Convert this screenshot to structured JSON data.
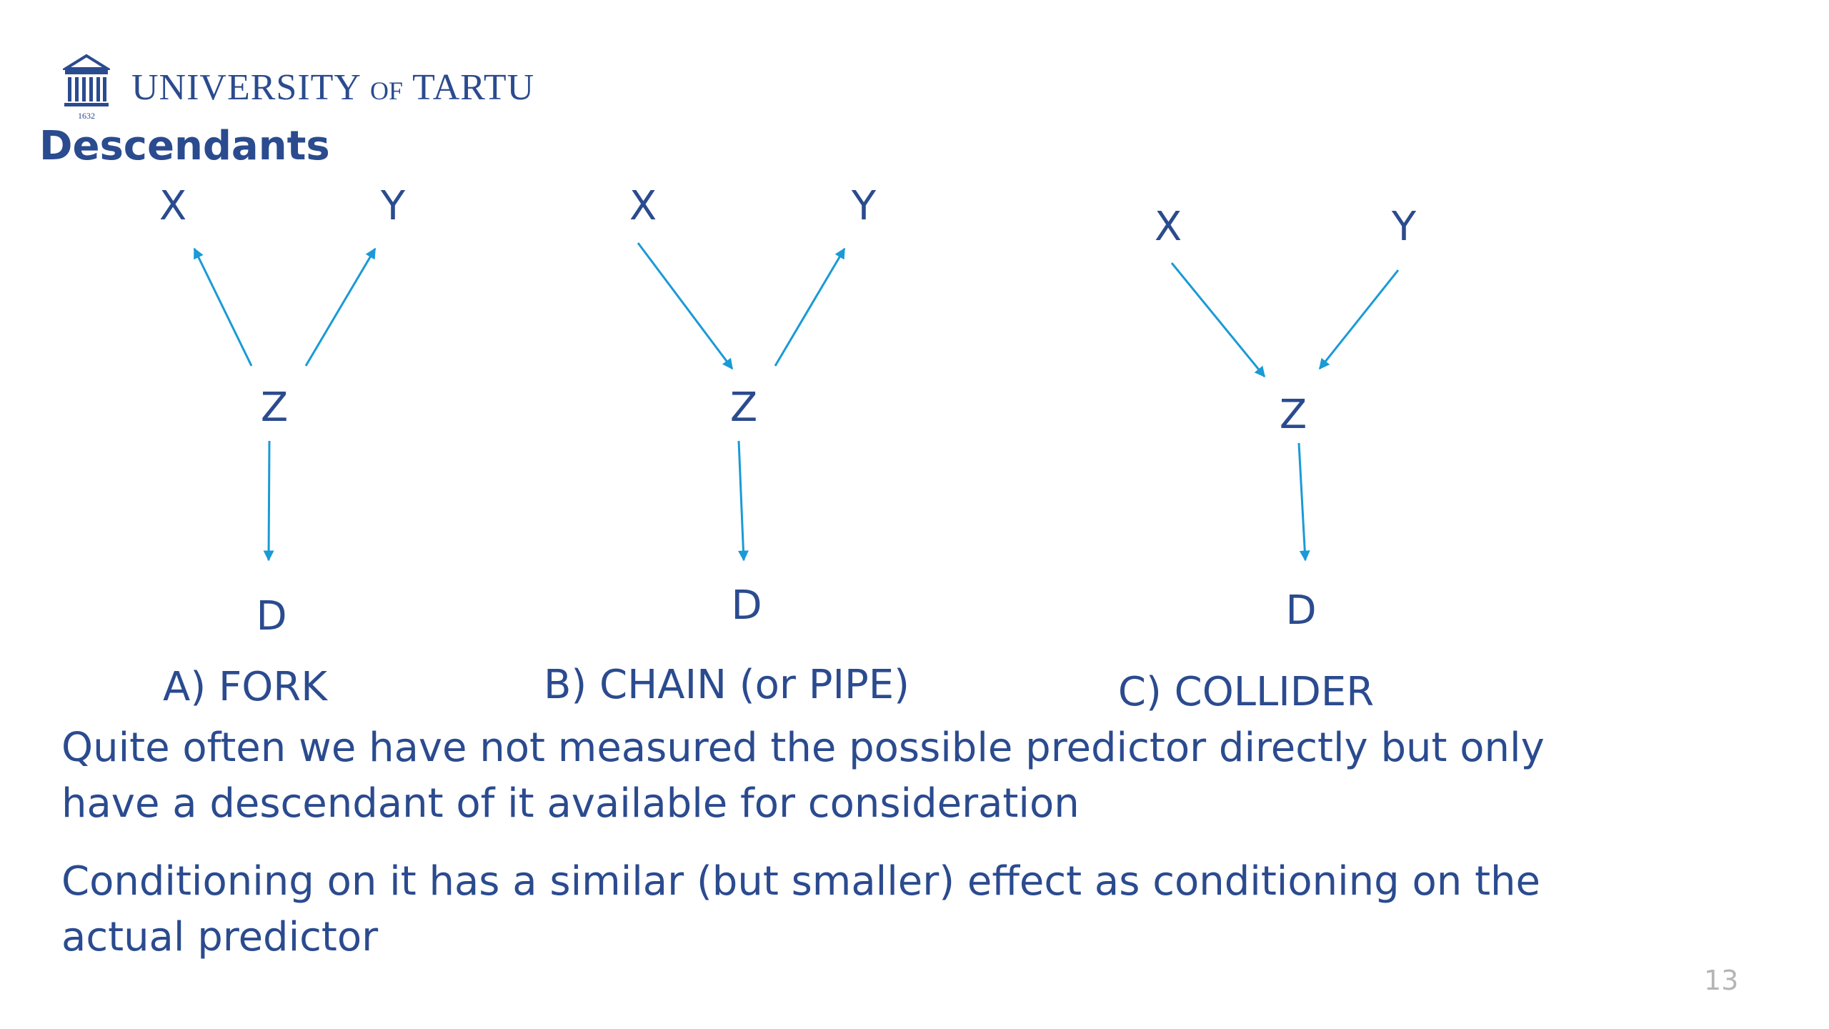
{
  "brand": {
    "name_main_1": "UNIVERSITY",
    "name_of": "OF",
    "name_main_2": "TARTU",
    "logo_year": "1632",
    "icon": "university-building-icon",
    "color": "#2b4b8f"
  },
  "title": "Descendants",
  "diagrams": [
    {
      "id": "fork",
      "caption": "A) FORK",
      "nodes": {
        "x": "X",
        "y": "Y",
        "z": "Z",
        "d": "D"
      },
      "edges": [
        [
          "Z",
          "X"
        ],
        [
          "Z",
          "Y"
        ],
        [
          "Z",
          "D"
        ]
      ]
    },
    {
      "id": "chain",
      "caption": "B) CHAIN (or PIPE)",
      "nodes": {
        "x": "X",
        "y": "Y",
        "z": "Z",
        "d": "D"
      },
      "edges": [
        [
          "X",
          "Z"
        ],
        [
          "Z",
          "Y"
        ],
        [
          "Z",
          "D"
        ]
      ]
    },
    {
      "id": "collider",
      "caption": "C) COLLIDER",
      "nodes": {
        "x": "X",
        "y": "Y",
        "z": "Z",
        "d": "D"
      },
      "edges": [
        [
          "X",
          "Z"
        ],
        [
          "Y",
          "Z"
        ],
        [
          "Z",
          "D"
        ]
      ]
    }
  ],
  "paragraphs": [
    "Quite often we have not measured the possible predictor directly but only have a descendant of it available for consideration",
    "Conditioning on it has a similar (but smaller) effect as conditioning on the actual predictor"
  ],
  "page_number": "13",
  "colors": {
    "text": "#2b4b8f",
    "arrow": "#1a9ad6",
    "page_number": "#b5b5b5"
  }
}
